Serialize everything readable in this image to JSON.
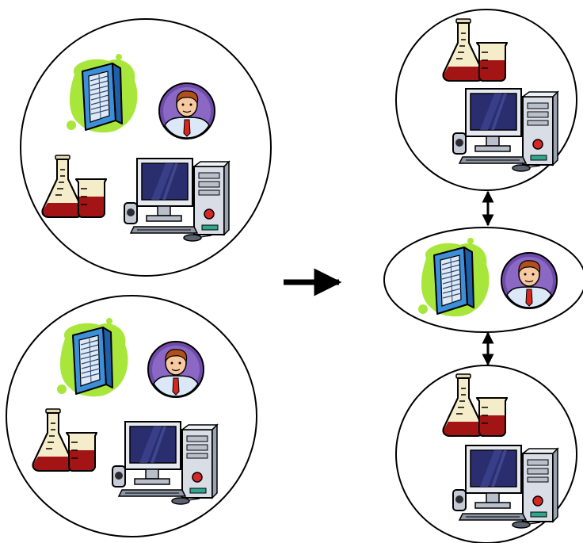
{
  "diagram": {
    "groups": [
      {
        "id": "left-top",
        "members": [
          "server-icon",
          "person-icon",
          "lab-flask-icon",
          "desktop-computer-icon"
        ]
      },
      {
        "id": "left-bottom",
        "members": [
          "server-icon",
          "person-icon",
          "lab-flask-icon",
          "desktop-computer-icon"
        ]
      },
      {
        "id": "right-top",
        "members": [
          "lab-flask-icon",
          "desktop-computer-icon"
        ]
      },
      {
        "id": "right-center",
        "members": [
          "server-icon",
          "person-icon"
        ]
      },
      {
        "id": "right-bottom",
        "members": [
          "lab-flask-icon",
          "desktop-computer-icon"
        ]
      }
    ],
    "connections": [
      {
        "from": "left-groups",
        "to": "right-groups",
        "style": "single-arrow"
      },
      {
        "from": "right-top",
        "to": "right-center",
        "style": "double-arrow"
      },
      {
        "from": "right-center",
        "to": "right-bottom",
        "style": "double-arrow"
      }
    ],
    "colors": {
      "outline": "#000000",
      "server_blob": "#a8e63c",
      "server_body": "#3d8fd9",
      "avatar_ring": "#6e4ba8",
      "flask_liquid": "#a31414",
      "monitor_screen": "#2a2e6e"
    }
  }
}
